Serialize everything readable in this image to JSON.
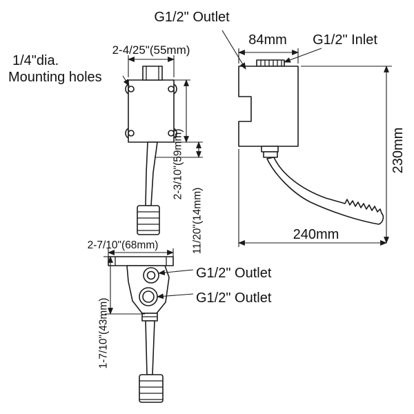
{
  "drawing": {
    "type": "technical-dimension-drawing",
    "subject": "foot pedal operated valve, three orthographic views",
    "colors": {
      "line": "#1a1a1a",
      "background": "#ffffff"
    },
    "labels": {
      "outlet_top": "G1/2\" Outlet",
      "inlet": "G1/2\" Inlet",
      "mounting_l1": "1/4\"dia.",
      "mounting_l2": "Mounting holes",
      "outlet_side1": "G1/2\" Outlet",
      "outlet_side2": "G1/2\" Outlet"
    },
    "dimensions": {
      "d55": "2-4/25\"(55mm)",
      "d84": "84mm",
      "d59": "2-3/10\"(59mm)",
      "d14": "11/20\"(14mm)",
      "d230": "230mm",
      "d240": "240mm",
      "d68": "2-7/10\"(68mm)",
      "d43": "1-7/10\"(43mm)"
    }
  }
}
